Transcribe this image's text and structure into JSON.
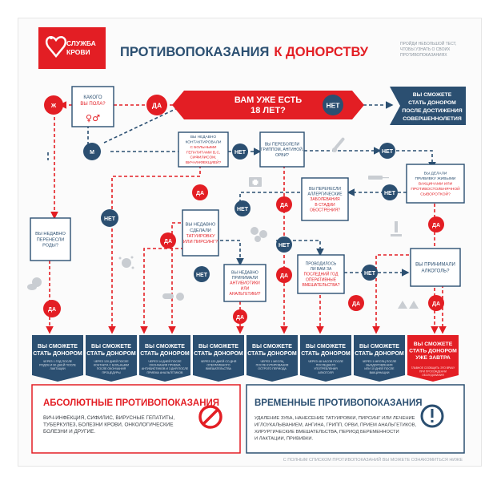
{
  "brand": {
    "logo_line1": "СЛУЖБА",
    "logo_line2": "КРОВИ",
    "logo_red": "#e31e24",
    "navy": "#2b4f71"
  },
  "header": {
    "title_part1": "ПРОТИВОПОКАЗАНИЯ",
    "title_part2": "К ДОНОРСТВУ",
    "side_note": [
      "ПРОЙДИ НЕБОЛЬШОЙ ТЕСТ,",
      "ЧТОБЫ УЗНАТЬ О СВОИХ",
      "ПРОТИВОПОКАЗАНИЯХ"
    ]
  },
  "labels": {
    "yes": "ДА",
    "no": "НЕТ",
    "female": "Ж",
    "male": "М"
  },
  "questions": {
    "age": [
      "ВАМ УЖЕ ЕСТЬ",
      "18 ЛЕТ?"
    ],
    "sex": [
      "КАКОГО",
      "ВЫ ПОЛА?"
    ],
    "births": [
      "ВЫ НЕДАВНО",
      "ПЕРЕНЕСЛИ",
      "РОДЫ?"
    ],
    "contacts": [
      "ВЫ НЕДАВНО",
      "КОНТАКТИРОВАЛИ",
      "С БОЛЬНЫМИ",
      "ГЕПАТИТАМИ B,C,",
      "СИФИЛИСОМ,",
      "ВИЧ-ИНФЕКЦИЕЙ?"
    ],
    "flu": [
      "ВЫ ПЕРЕБОЛЕЛИ",
      "ГРИППОМ, АНГИНОЙ,",
      "ОРВИ?"
    ],
    "vaccine": [
      "ВЫ ДЕЛАЛИ",
      "ПРИВИВКУ ЖИВЫМИ",
      "ВАКЦИНАМИ ИЛИ",
      "ПРОТИВОСТОЛБНЯЧНОЙ",
      "СЫВОРОТКОЙ?"
    ],
    "allergy": [
      "ВЫ ПЕРЕНЕСЛИ",
      "АЛЛЕРГИЧЕСКИЕ",
      "ЗАБОЛЕВАНИЯ",
      "В СТАДИИ",
      "ОБОСТРЕНИЯ?"
    ],
    "tattoo": [
      "ВЫ НЕДАВНО",
      "СДЕЛАЛИ",
      "ТАТУИРОВКУ",
      "ИЛИ ПИРСИНГ?"
    ],
    "antibiotics": [
      "ВЫ НЕДАВНО",
      "ПРИНИМАЛИ",
      "АНТИБИОТИКИ",
      "ИЛИ",
      "АНАЛЬГЕТИКИ?"
    ],
    "surgery": [
      "ПРОВОДИЛОСЬ",
      "ЛИ ВАМ ЗА",
      "ПОСЛЕДНИЙ ГОД",
      "ОПЕРАТИВНЫЕ",
      "ВМЕШАТЕЛЬСТВА?"
    ],
    "alcohol": [
      "ВЫ ПРИНИМАЛИ",
      "АЛКОГОЛЬ?"
    ]
  },
  "results": {
    "adult": [
      "ВЫ СМОЖЕТЕ",
      "СТАТЬ ДОНОРОМ",
      "ПОСЛЕ ДОСТИЖЕНИЯ",
      "СОВЕРШЕННОЛЕТИЯ"
    ],
    "can_title": [
      "ВЫ СМОЖЕТЕ",
      "СТАТЬ ДОНОРОМ"
    ],
    "tomorrow_title": [
      "ВЫ СМОЖЕТЕ",
      "СТАТЬ ДОНОРОМ",
      "УЖЕ ЗАВТРА"
    ],
    "notes": [
      [
        "ЧЕРЕЗ 1 ГОД ПОСЛЕ",
        "РОДОВ И 90 ДНЕЙ ПОСЛЕ",
        "ЛАКТАЦИИ"
      ],
      [
        "ЧЕРЕЗ 120 ДНЕЙ ПОСЛЕ",
        "КОНТАКТА С БОЛЬНЫМИ",
        "ПОСЛЕ ОКОНЧАНИЯ",
        "ПРОЦЕДУРЫ"
      ],
      [
        "ЧЕРЕЗ 14 ДНЕЙ ПОСЛЕ",
        "ОКОНЧАНИЯ ПРИЕМА",
        "АНТИБИОТИКОВ И 3 ДНЯ ПОСЛЕ",
        "ПРИЕМА АНАЛЬГЕТИКОВ"
      ],
      [
        "ЧЕРЕЗ 120 ДНЕЙ СО ДНЯ",
        "ОПЕРАТИВНОГО",
        "ВМЕШАТЕЛЬСТВА"
      ],
      [
        "ЧЕРЕЗ 1 МЕСЯЦ",
        "ПОСЛЕ КУПИРОВАНИЯ",
        "ОСТРОГО ПЕРИОДА"
      ],
      [
        "ЧЕРЕЗ 48 ЧАСОВ ПОСЛЕ",
        "ПОСЛЕДНЕГО",
        "УПОТРЕБЛЕНИЯ",
        "АЛКОГОЛЯ"
      ],
      [
        "ЧЕРЕЗ 1 МЕСЯЦ ПОСЛЕ",
        "ВЫЗДОРОВЛЕНИЯ",
        "ИЛИ 10 ДНЕЙ ПОСЛЕ",
        "ВАКЦИНАЦИИ"
      ]
    ],
    "tomorrow_note": [
      "ГЛАВНОЕ СООБЩИТЬ ЭТО ВРАЧУ",
      "ПРИ ПРОХОЖДЕНИИ",
      "ОБСЛЕДОВАНИЯ"
    ]
  },
  "panels": {
    "absolute_title": "АБСОЛЮТНЫЕ ПРОТИВОПОКАЗАНИЯ",
    "absolute_text": [
      "ВИЧ-ИНФЕКЦИЯ, СИФИЛИС, ВИРУСНЫЕ ГЕПАТИТЫ,",
      "ТУБЕРКУЛЕЗ, БОЛЕЗНИ КРОВИ, ОНКОЛОГИЧЕСКИЕ",
      "БОЛЕЗНИ И ДРУГИЕ."
    ],
    "temporary_title": "ВРЕМЕННЫЕ ПРОТИВОПОКАЗАНИЯ",
    "temporary_text": [
      "УДАЛЕНИЕ ЗУБА, НАНЕСЕНИЕ ТАТУИРОВКИ, ПИРСИНГ ИЛИ ЛЕЧЕНИЕ",
      "ИГЛОУКАЛЫВАНИЕМ, АНГИНА, ГРИПП, ОРВИ, ПРИЕМ АНАЛЬГЕТИКОВ,",
      "ХИРУРГИЧЕСКИЕ ВМЕШАТЕЛЬСТВА, ПЕРИОД БЕРЕМЕННОСТИ",
      "И ЛАКТАЦИИ, ПРИВИВКИ."
    ],
    "footer": "С ПОЛНЫМ СПИСКОМ ПРОТИВОПОКАЗАНИЙ ВЫ МОЖЕТЕ ОЗНАКОМИТЬСЯ НИЖЕ"
  }
}
